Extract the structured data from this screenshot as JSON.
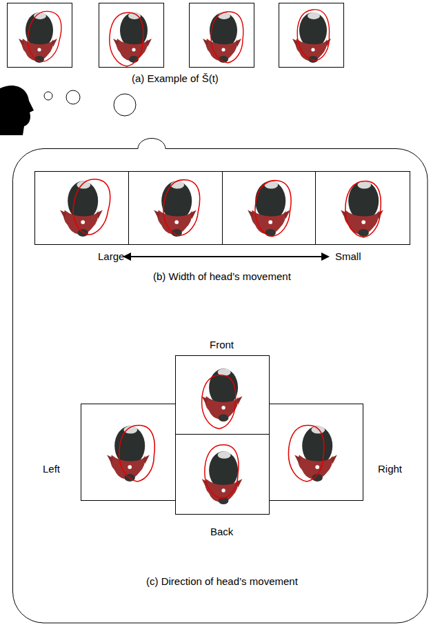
{
  "diagram": {
    "nodes": [
      {
        "text": [
          "Large",
          "Small",
          "(b) Width of head’s movement",
          "Front",
          "Left",
          "Right",
          "Back",
          "(c) Direction of head’s movement"
        ]
      }
    ],
    "labels": [
      "(a) Example of Š(t)"
    ]
  }
}
